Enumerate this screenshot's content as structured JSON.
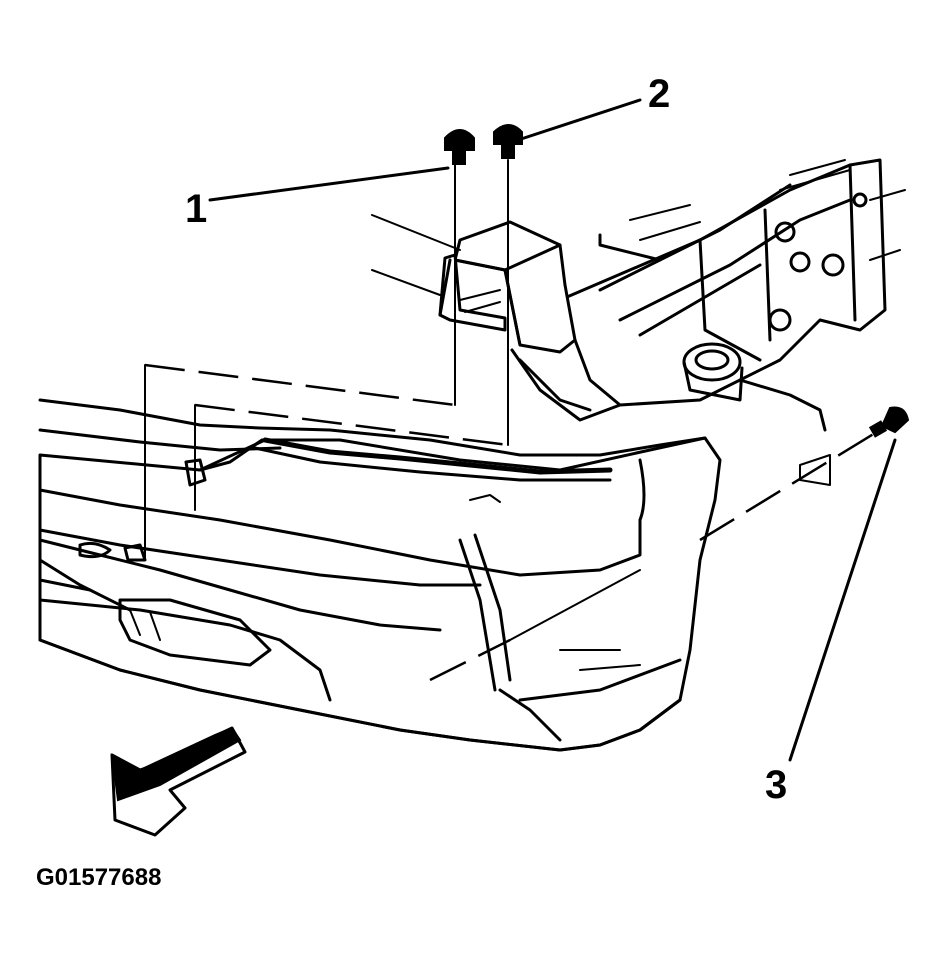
{
  "callouts": [
    {
      "id": "1",
      "label": "1"
    },
    {
      "id": "2",
      "label": "2"
    },
    {
      "id": "3",
      "label": "3"
    }
  ],
  "figure_id": "G01577688",
  "icons": {
    "front_arrow": "direction-arrow-icon",
    "bolt": "bolt-icon"
  },
  "colors": {
    "ink": "#000000",
    "paper": "#ffffff"
  }
}
